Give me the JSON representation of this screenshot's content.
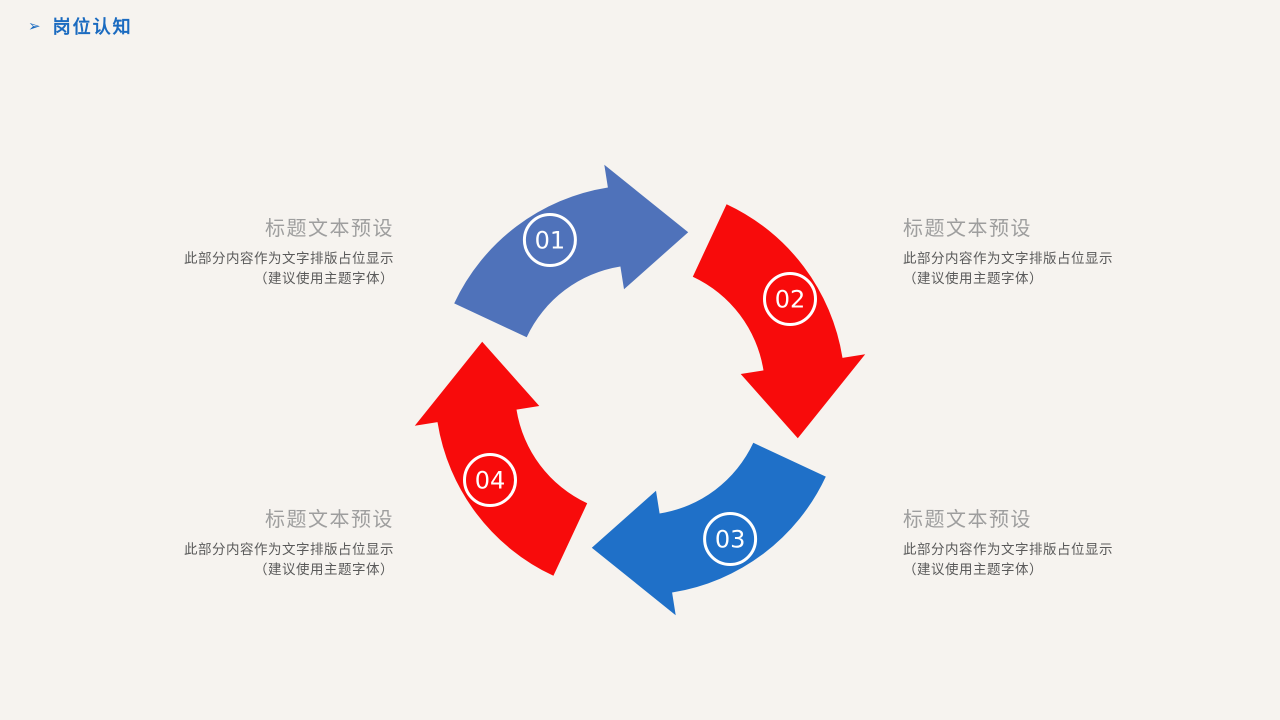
{
  "slide": {
    "title": "岗位认知",
    "title_bullet": "➢",
    "title_color": "#1B6BC0",
    "background": "#F6F3EF"
  },
  "diagram": {
    "type": "cycle",
    "items": [
      {
        "number": "01",
        "color": "#4F72BA"
      },
      {
        "number": "02",
        "color": "#F80B0B"
      },
      {
        "number": "03",
        "color": "#1F70C8"
      },
      {
        "number": "04",
        "color": "#F80B0B"
      }
    ]
  },
  "blocks": {
    "top_left": {
      "title": "标题文本预设",
      "line1": "此部分内容作为文字排版占位显示",
      "line2": "（建议使用主题字体）"
    },
    "top_right": {
      "title": "标题文本预设",
      "line1": "此部分内容作为文字排版占位显示",
      "line2": "（建议使用主题字体）"
    },
    "bottom_left": {
      "title": "标题文本预设",
      "line1": "此部分内容作为文字排版占位显示",
      "line2": "（建议使用主题字体）"
    },
    "bottom_right": {
      "title": "标题文本预设",
      "line1": "此部分内容作为文字排版占位显示",
      "line2": "（建议使用主题字体）"
    }
  }
}
